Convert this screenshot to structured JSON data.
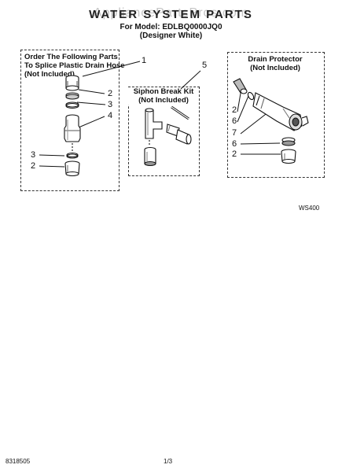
{
  "watermark": "AppliancePartsPros.com",
  "header": {
    "title": "WATER SYSTEM PARTS",
    "model_line": "For Model: EDLBQ0000JQ0",
    "variant_line": "(Designer White)"
  },
  "groups": {
    "splice": {
      "label_line1": "Order The Following Parts",
      "label_line2": "To Splice Plastic Drain Hose",
      "label_line3": "(Not Included)"
    },
    "siphon": {
      "label_line1": "Siphon Break Kit",
      "label_line2": "(Not Included)"
    },
    "drain": {
      "label_line1": "Drain Protector",
      "label_line2": "(Not Included)"
    }
  },
  "callouts": {
    "c1": "1",
    "c2a": "2",
    "c3a": "3",
    "c4": "4",
    "c3b": "3",
    "c2b": "2",
    "c5": "5",
    "d2a": "2",
    "d6a": "6",
    "d7": "7",
    "d6b": "6",
    "d2b": "2"
  },
  "figure_code": "WS400",
  "footer": {
    "part_number": "8318505",
    "page": "1/3"
  }
}
